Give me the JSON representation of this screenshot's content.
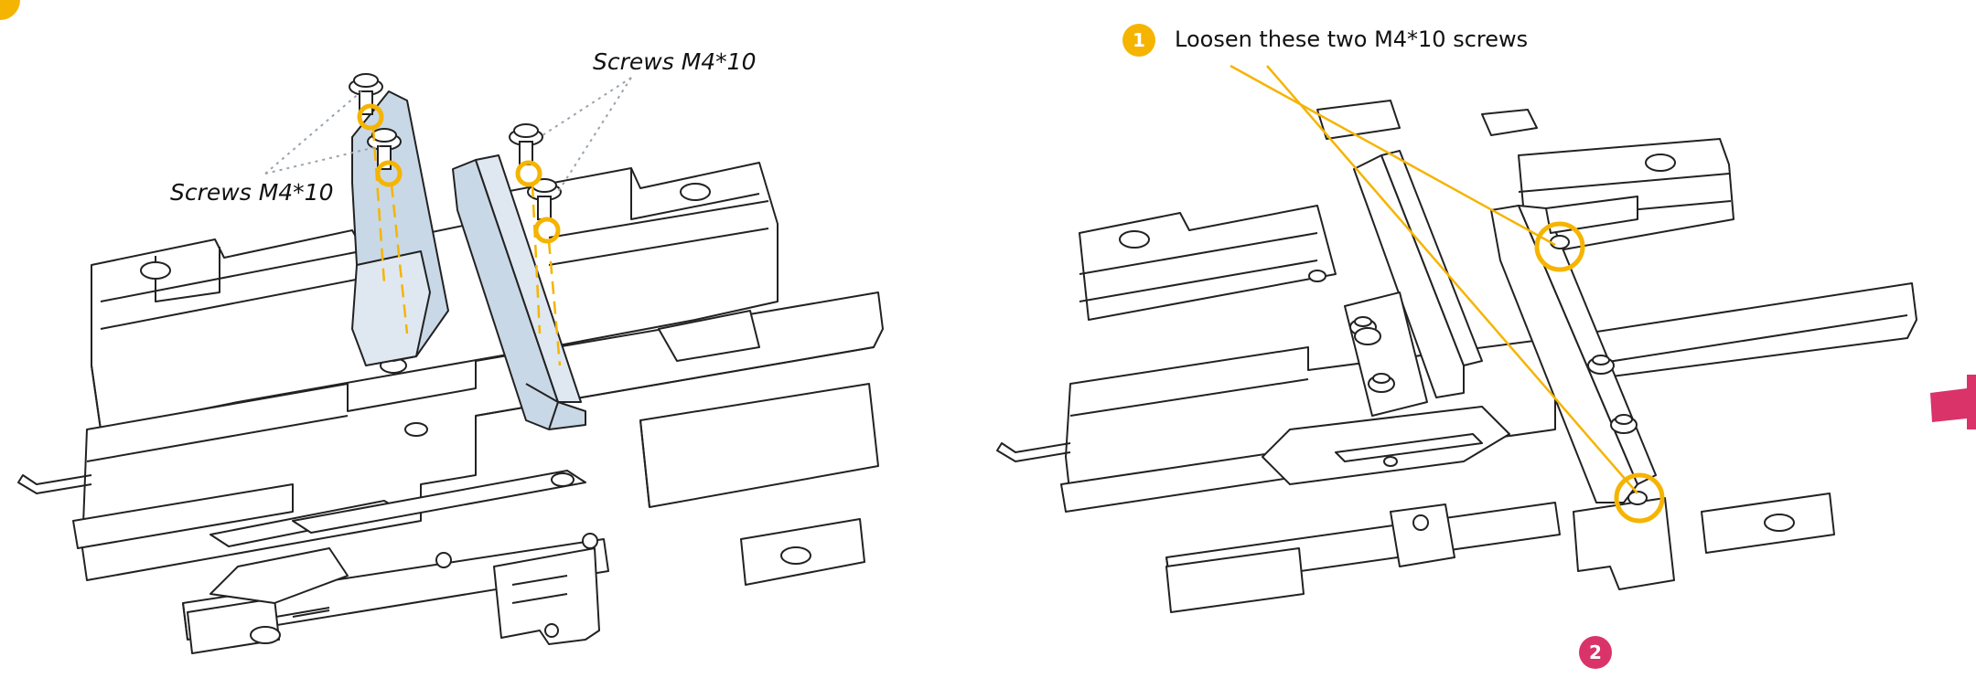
{
  "left_panel": {
    "label_top_right": "Screws M4*10",
    "label_left": "Screws M4*10"
  },
  "right_panel": {
    "step1_number": "1",
    "step1_text": "Loosen these two M4*10 screws",
    "step2_number": "2"
  },
  "colors": {
    "highlight": "#f5b400",
    "part_fill": "#c9d8e6",
    "next_step": "#d9336a",
    "line": "#222222"
  }
}
